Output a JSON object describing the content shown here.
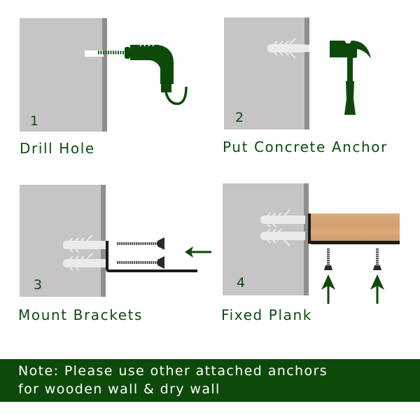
{
  "steps": [
    {
      "number": "1",
      "label": "Drill Hole",
      "tool": "drill-icon"
    },
    {
      "number": "2",
      "label": "Put Concrete Anchor",
      "tool": "hammer-icon"
    },
    {
      "number": "3",
      "label": "Mount Brackets",
      "tool": "screws-icon"
    },
    {
      "number": "4",
      "label": "Fixed Plank",
      "tool": "plank-icon"
    }
  ],
  "note": {
    "line1": "Note: Please use other attached anchors",
    "line2": "for wooden wall & dry wall"
  },
  "colors": {
    "brand_green": "#0d4a0a",
    "wall_gray": "#c6c4c5",
    "wall_edge": "#8f8e8f",
    "wood": "#d9a877",
    "bracket": "#1a1a1a"
  }
}
